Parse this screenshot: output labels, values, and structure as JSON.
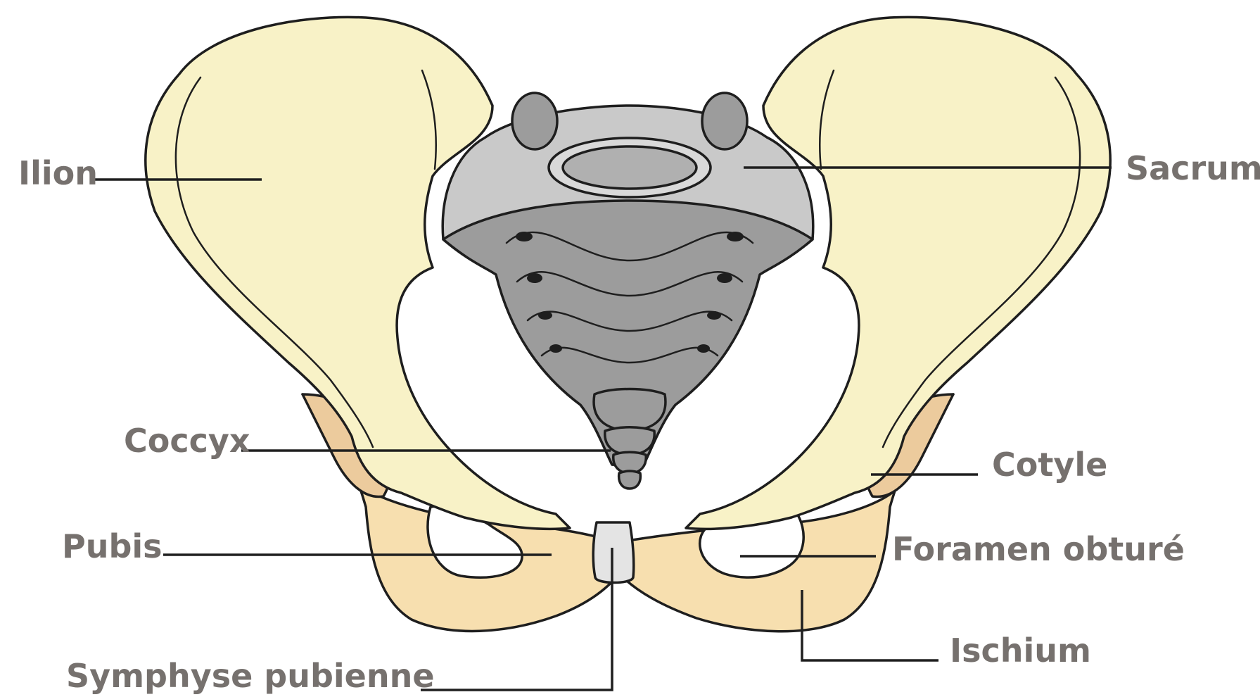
{
  "labels": {
    "ilion": "Ilion",
    "sacrum": "Sacrum",
    "coccyx": "Coccyx",
    "cotyle": "Cotyle",
    "pubis": "Pubis",
    "foramen": "Foramen obturé",
    "ischium": "Ischium",
    "symphyse": "Symphyse pubienne"
  },
  "colors": {
    "ilium_fill": "#f8f2c7",
    "pubis_fill": "#f7dfaf",
    "acetabulum_fill": "#eccb9d",
    "sacrum_fill": "#c9c9c9",
    "sacrum_dark": "#9c9c9c",
    "symphysis_fill": "#e4e4e4",
    "label_text": "#76716e",
    "outline": "#1e1e1e"
  }
}
